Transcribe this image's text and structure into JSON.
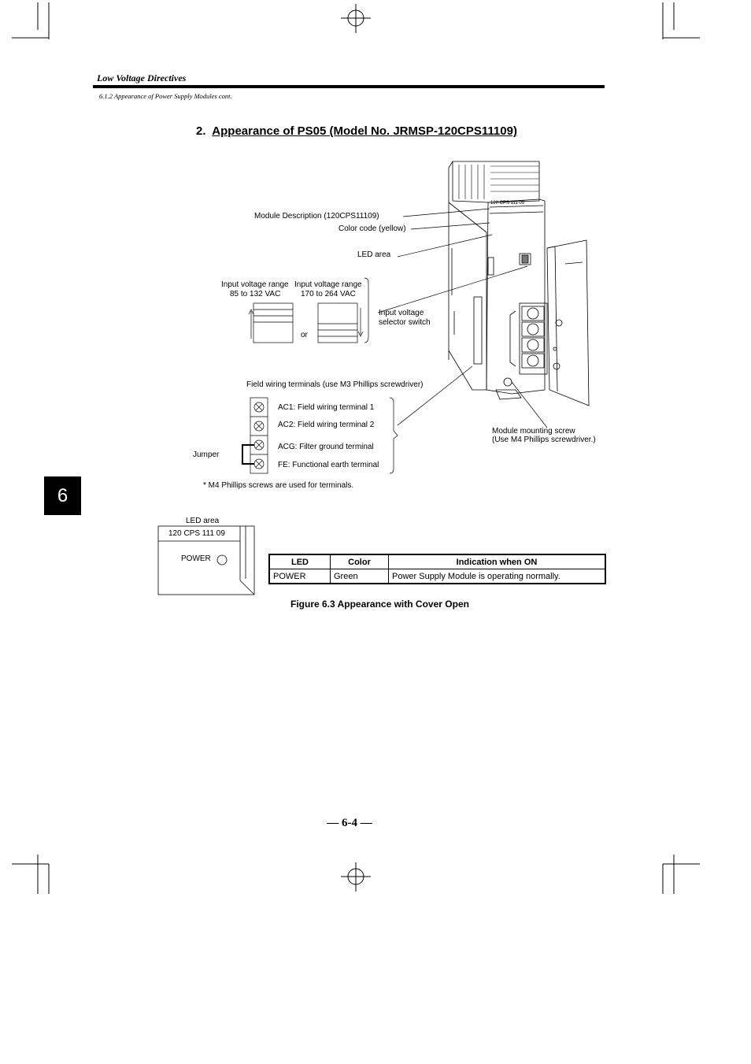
{
  "header": {
    "title": "Low Voltage Directives",
    "subtitle": "6.1.2 Appearance of Power Supply Modules cont."
  },
  "section": {
    "number": "2.",
    "title": "Appearance of PS05 (Model No. JRMSP-120CPS11109)"
  },
  "diagram": {
    "module_description": "Module Description (120CPS11109)",
    "color_code": "Color code (yellow)",
    "led_area": "LED area",
    "range_low_title": "Input voltage range",
    "range_low_value": "85 to 132 VAC",
    "range_high_title": "Input voltage range",
    "range_high_value": "170 to 264 VAC",
    "or": "or",
    "selector_line1": "Input voltage",
    "selector_line2": "selector switch",
    "field_wiring": "Field wiring terminals (use M3 Phillips screwdriver)",
    "terminals": [
      "AC1: Field wiring terminal 1",
      "AC2: Field wiring terminal 2",
      "ACG: Filter ground terminal",
      "FE: Functional earth terminal"
    ],
    "jumper": "Jumper",
    "screws_note": "* M4 Phillips screws are used for terminals.",
    "mount_line1": "Module mounting screw",
    "mount_line2": "(Use M4 Phillips screwdriver.)",
    "module_label": "120   CPS   111   09"
  },
  "led_panel": {
    "title": "LED area",
    "model": "120 CPS 111 09",
    "power": "POWER"
  },
  "led_table": {
    "headers": [
      "LED",
      "Color",
      "Indication when ON"
    ],
    "rows": [
      [
        "POWER",
        "Green",
        "Power Supply Module is operating normally."
      ]
    ]
  },
  "figure_caption": "Figure 6.3 Appearance with Cover Open",
  "chapter_tab": "6",
  "page_number": "— 6-4 —"
}
